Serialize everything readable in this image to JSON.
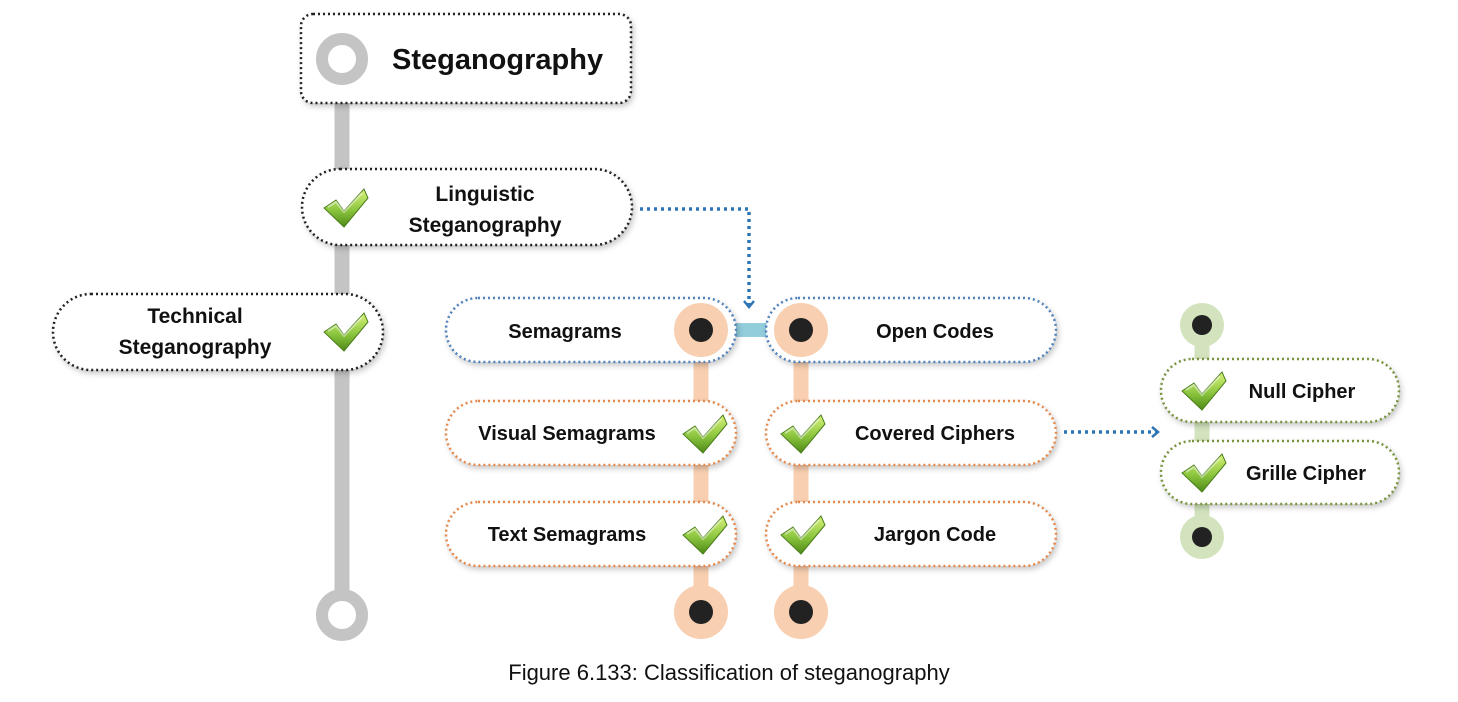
{
  "root": {
    "label": "Steganography"
  },
  "linguistic": {
    "line1": "Linguistic",
    "line2": "Steganography"
  },
  "technical": {
    "line1": "Technical",
    "line2": "Steganography"
  },
  "semagrams": {
    "label": "Semagrams",
    "children": [
      "Visual Semagrams",
      "Text Semagrams"
    ]
  },
  "open_codes": {
    "label": "Open Codes",
    "children": [
      "Covered Ciphers",
      "Jargon Code"
    ]
  },
  "covered_ciphers": {
    "children": [
      "Null Cipher",
      "Grille Cipher"
    ]
  },
  "caption": "Figure 6.133: Classification of steganography",
  "colors": {
    "main_line": "#c4c4c4",
    "orange_line": "#f8cfb0",
    "connector": "#92cddc",
    "green_line": "#d2e3bd",
    "arrow": "#2e75b6",
    "blue_border": "#4f81bd",
    "orange_border": "#e3894e",
    "green_border": "#77933c",
    "dark_dot": "#222222"
  },
  "icons": {
    "check": "check-icon",
    "node": "dot-node"
  }
}
